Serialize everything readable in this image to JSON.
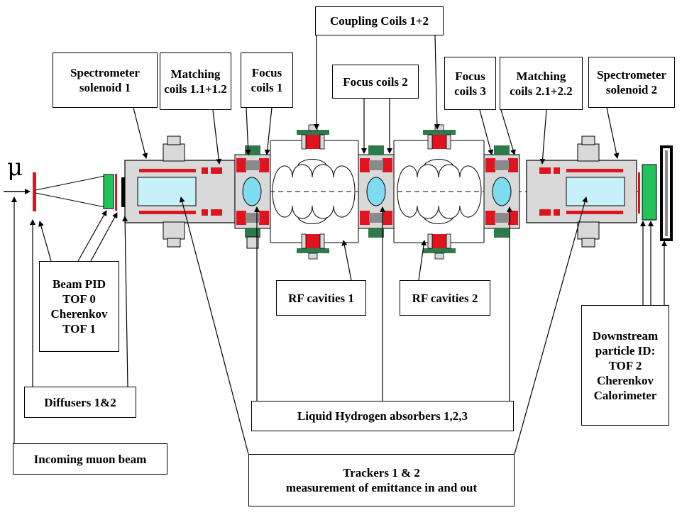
{
  "labels": {
    "coupling_coils": "Coupling Coils 1+2",
    "spectrometer_1": [
      "Spectrometer",
      "solenoid 1"
    ],
    "matching_1": [
      "Matching",
      "coils 1.1+1.2"
    ],
    "focus_1": [
      "Focus",
      "coils 1"
    ],
    "focus_2": "Focus coils 2",
    "focus_3": [
      "Focus",
      "coils 3"
    ],
    "matching_2": [
      "Matching",
      "coils 2.1+2.2"
    ],
    "spectrometer_2": [
      "Spectrometer",
      "solenoid 2"
    ],
    "beam_pid": [
      "Beam PID",
      "TOF 0",
      "Cherenkov",
      "TOF 1"
    ],
    "rf_cavities_1": "RF cavities 1",
    "rf_cavities_2": "RF cavities 2",
    "downstream_pid": [
      "Downstream",
      "particle ID:",
      "TOF 2",
      "Cherenkov",
      "Calorimeter"
    ],
    "diffusers": "Diffusers 1&2",
    "lh2_absorbers": "Liquid Hydrogen absorbers 1,2,3",
    "incoming_muon": "Incoming muon beam",
    "trackers": [
      "Trackers 1 & 2",
      "measurement of emittance in and out"
    ]
  },
  "beam_symbol": "μ",
  "colors": {
    "coil_red": "#e0141e",
    "coil_gray": "#8a8a8a",
    "absorber_cyan": "#7fdcf0",
    "tracker_cyan": "#c8f0fa",
    "pid_green": "#22c35a",
    "body_gray": "#d9d9d9",
    "dark_green": "#2f7a4a"
  }
}
